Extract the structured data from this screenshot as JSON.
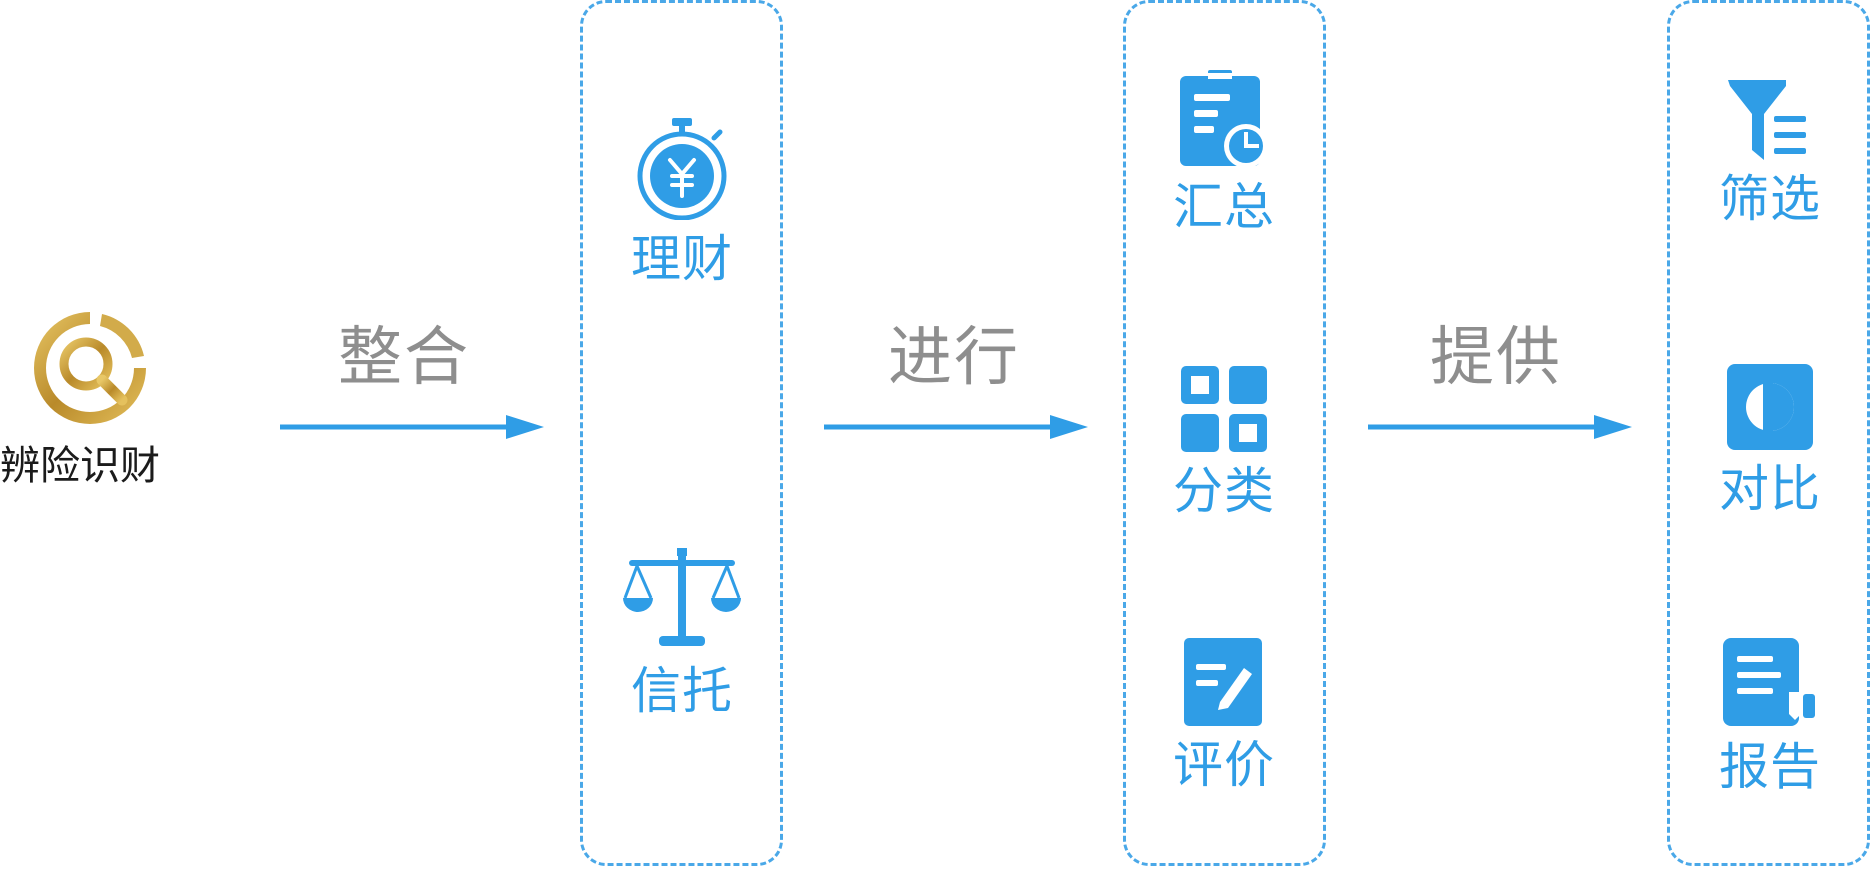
{
  "brand": {
    "name": "辨险识财",
    "icon": "gold-magnifier-logo"
  },
  "steps": [
    {
      "verb": "整合"
    },
    {
      "verb": "进行"
    },
    {
      "verb": "提供"
    }
  ],
  "groups": [
    {
      "items": [
        {
          "label": "理财",
          "icon": "stopwatch-yuan-icon"
        },
        {
          "label": "信托",
          "icon": "balance-scale-icon"
        }
      ]
    },
    {
      "items": [
        {
          "label": "汇总",
          "icon": "clipboard-chart-icon"
        },
        {
          "label": "分类",
          "icon": "grid-icon"
        },
        {
          "label": "评价",
          "icon": "edit-note-icon"
        }
      ]
    },
    {
      "items": [
        {
          "label": "筛选",
          "icon": "filter-icon"
        },
        {
          "label": "对比",
          "icon": "compare-icon"
        },
        {
          "label": "报告",
          "icon": "report-scroll-icon"
        }
      ]
    }
  ],
  "colors": {
    "accent": "#2f9de6",
    "verb": "#8e8e8e",
    "brand_gold": "#c9a13c",
    "text_dark": "#1b1b1b"
  }
}
